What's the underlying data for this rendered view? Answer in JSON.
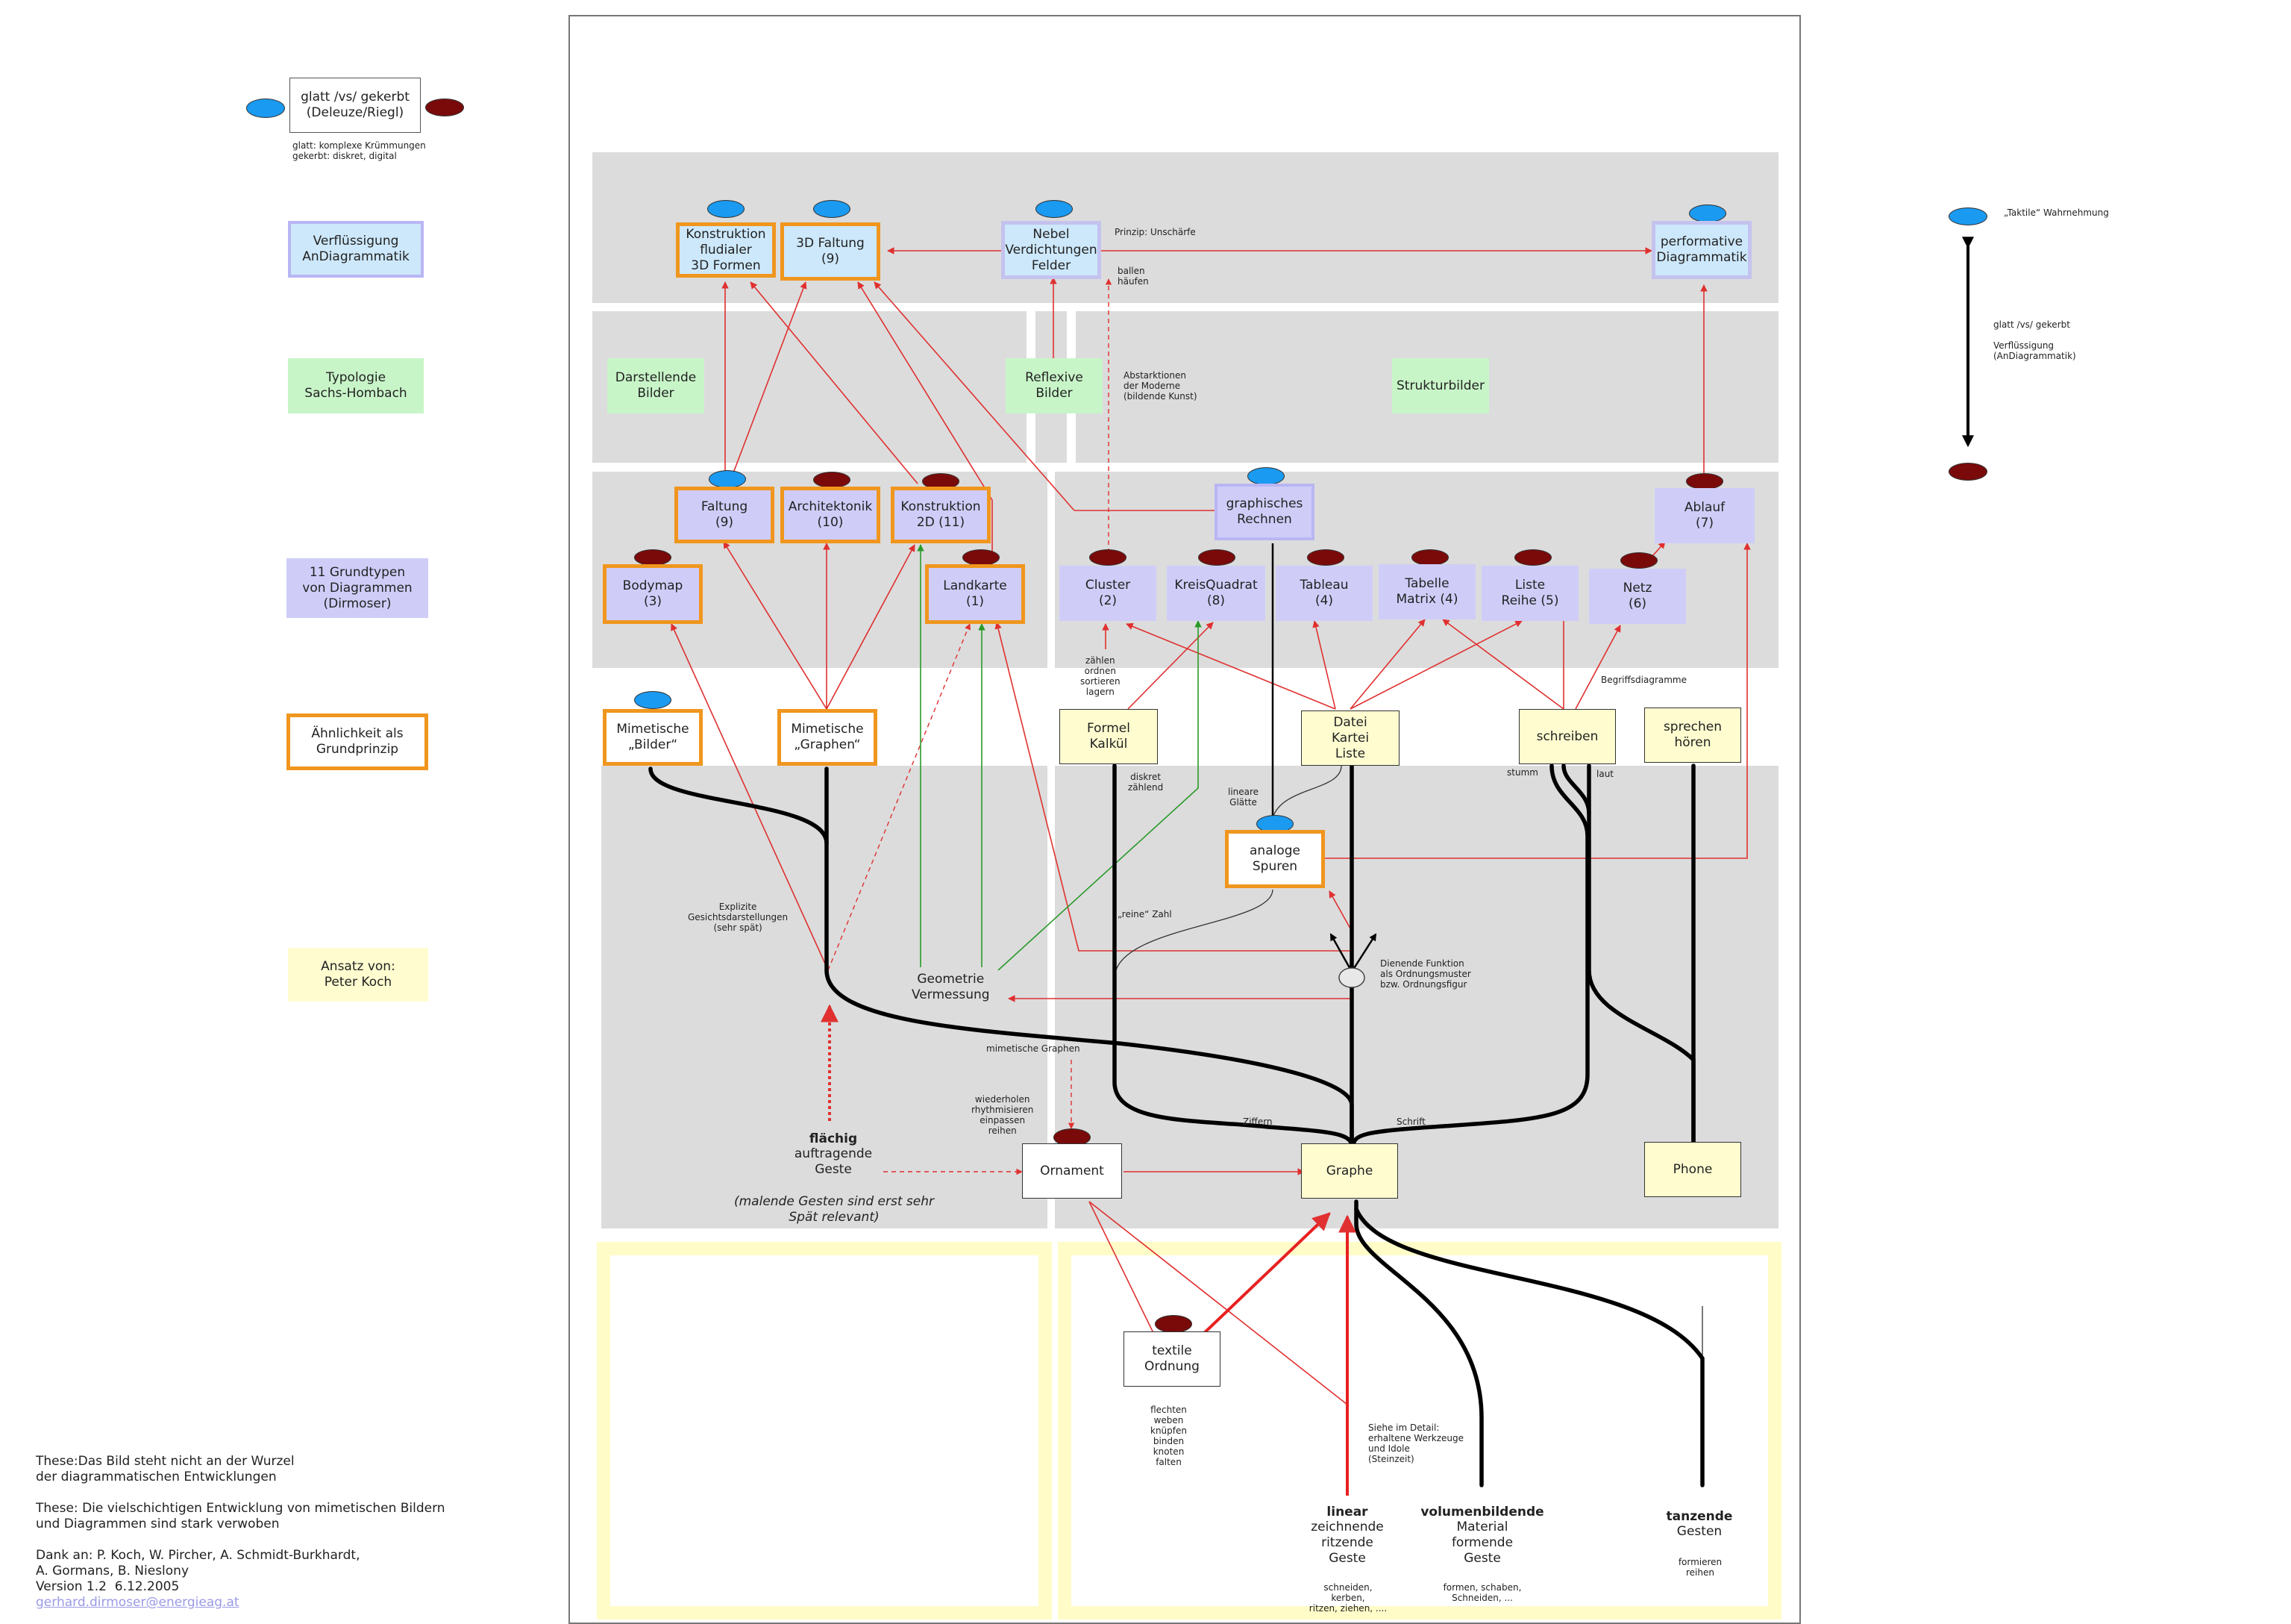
{
  "legend_top": {
    "box": "glatt /vs/ gekerbt\n(Deleuze/Riegl)",
    "note": "glatt: komplexe Krümmungen\ngekerbt: diskret, digital"
  },
  "row_labels": {
    "verfluessigung": "Verflüssigung\nAnDiagrammatik",
    "typologie": "Typologie\nSachs-Hombach",
    "grundtypen": "11 Grundtypen\nvon Diagrammen\n(Dirmoser)",
    "aehnlichkeit": "Ähnlichkeit als\nGrundprinzip",
    "ansatz": "Ansatz von:\nPeter Koch"
  },
  "right_legend": {
    "taktile": "„Taktile“ Wahrnehmung",
    "note": "glatt /vs/ gekerbt\n\nVerflüssigung\n(AnDiagrammatik)"
  },
  "row1": {
    "konstruktion3d": "Konstruktion\nfludialer\n3D Formen",
    "faltung3d": "3D Faltung\n(9)",
    "nebel": "Nebel\nVerdichtungen\nFelder",
    "prinzip": "Prinzip: Unschärfe",
    "ballen": "ballen\nhäufen",
    "performative": "performative\nDiagrammatik"
  },
  "row2": {
    "darstellende": "Darstellende\nBilder",
    "reflexive": "Reflexive\nBilder",
    "abstraktionen": "Abstarktionen\nder Moderne\n(bildende Kunst)",
    "strukturbilder": "Strukturbilder"
  },
  "row3": {
    "faltung": "Faltung\n(9)",
    "architektonik": "Architektonik\n(10)",
    "konstruktion2d": "Konstruktion\n2D (11)",
    "graphisches": "graphisches\nRechnen",
    "ablauf": "Ablauf\n(7)",
    "bodymap": "Bodymap\n(3)",
    "landkarte": "Landkarte\n(1)",
    "cluster": "Cluster\n(2)",
    "kreisquadrat": "KreisQuadrat\n(8)",
    "tableau": "Tableau\n(4)",
    "tabelle": "Tabelle\nMatrix (4)",
    "liste": "Liste\nReihe (5)",
    "netz": "Netz\n(6)",
    "zaehlen": "zählen\nordnen\nsortieren\nlagern",
    "begriffsdiagramme": "Begriffsdiagramme"
  },
  "row4": {
    "mim_bilder": "Mimetische\n„Bilder“",
    "mim_graphen": "Mimetische\n„Graphen“",
    "formel": "Formel\nKalkül",
    "datei": "Datei\nKartei\nListe",
    "schreiben": "schreiben",
    "sprechen": "sprechen\nhören"
  },
  "row5": {
    "diskret": "diskret\nzählend",
    "lineare": "lineare\nGlätte",
    "stumm": "stumm",
    "laut": "laut",
    "analoge": "analoge\nSpuren",
    "explizite": "Explizite\nGesichtsdarstellungen\n(sehr spät)",
    "reine_zahl": "„reine“ Zahl",
    "geometrie": "Geometrie\nVermessung",
    "dienende": "Dienende Funktion\nals Ordnungsmuster\nbzw. Ordnungsfigur",
    "mimetische_graphen": "mimetische Graphen",
    "wiederholen": "wiederholen\nrhythmisieren\neinpassen\nreihen",
    "ziffern": "Ziffern",
    "schrift": "Schrift",
    "flaechig_bold": "flächig",
    "flaechig_rest": "auftragende\nGeste",
    "malende": "(malende Gesten sind erst sehr\nSpät relevant)",
    "ornament": "Ornament",
    "graphe": "Graphe",
    "phone": "Phone"
  },
  "row6": {
    "textile": "textile\nOrdnung",
    "flechten": "flechten\nweben\nknüpfen\nbinden\nknoten\nfalten",
    "siehe": "Siehe im Detail:\nerhaltene Werkzeuge\nund Idole\n(Steinzeit)",
    "linear_bold": "linear",
    "linear_rest": "zeichnende\nritzende\nGeste",
    "linear_small": "schneiden, kerben,\nritzen, ziehen, ....",
    "volumen_bold": "volumenbildende",
    "volumen_rest": "Material\nformende\nGeste",
    "volumen_small": "formen, schaben,\nSchneiden, ...",
    "tanzende_bold": "tanzende",
    "tanzende_rest": "Gesten",
    "tanzende_small": "formieren\nreihen"
  },
  "thesis": {
    "line1": "These:Das Bild steht nicht an der Wurzel",
    "line2": "der diagrammatischen Entwicklungen",
    "line3": "These: Die vielschichtigen Entwicklung von mimetischen Bildern",
    "line4": "und Diagrammen sind stark verwoben",
    "line5": "Dank an: P. Koch, W. Pircher, A. Schmidt-Burkhardt,",
    "line6": "A. Gormans, B. Nieslony",
    "line7": "Version 1.2  6.12.2005",
    "email": "gerhard.dirmoser@energieag.at"
  },
  "colors": {
    "blue_marker": "#1a9af0",
    "red_marker": "#7a0a0a",
    "orange_border": "#f0961e",
    "lavender": "#cfcdf8",
    "light_blue": "#cde8fb",
    "green": "#c8f5c8",
    "yellow": "#fffdd0",
    "band_gray": "#dcdcdc",
    "arrow_red": "#e03030",
    "arrow_green": "#2a9a2a"
  }
}
